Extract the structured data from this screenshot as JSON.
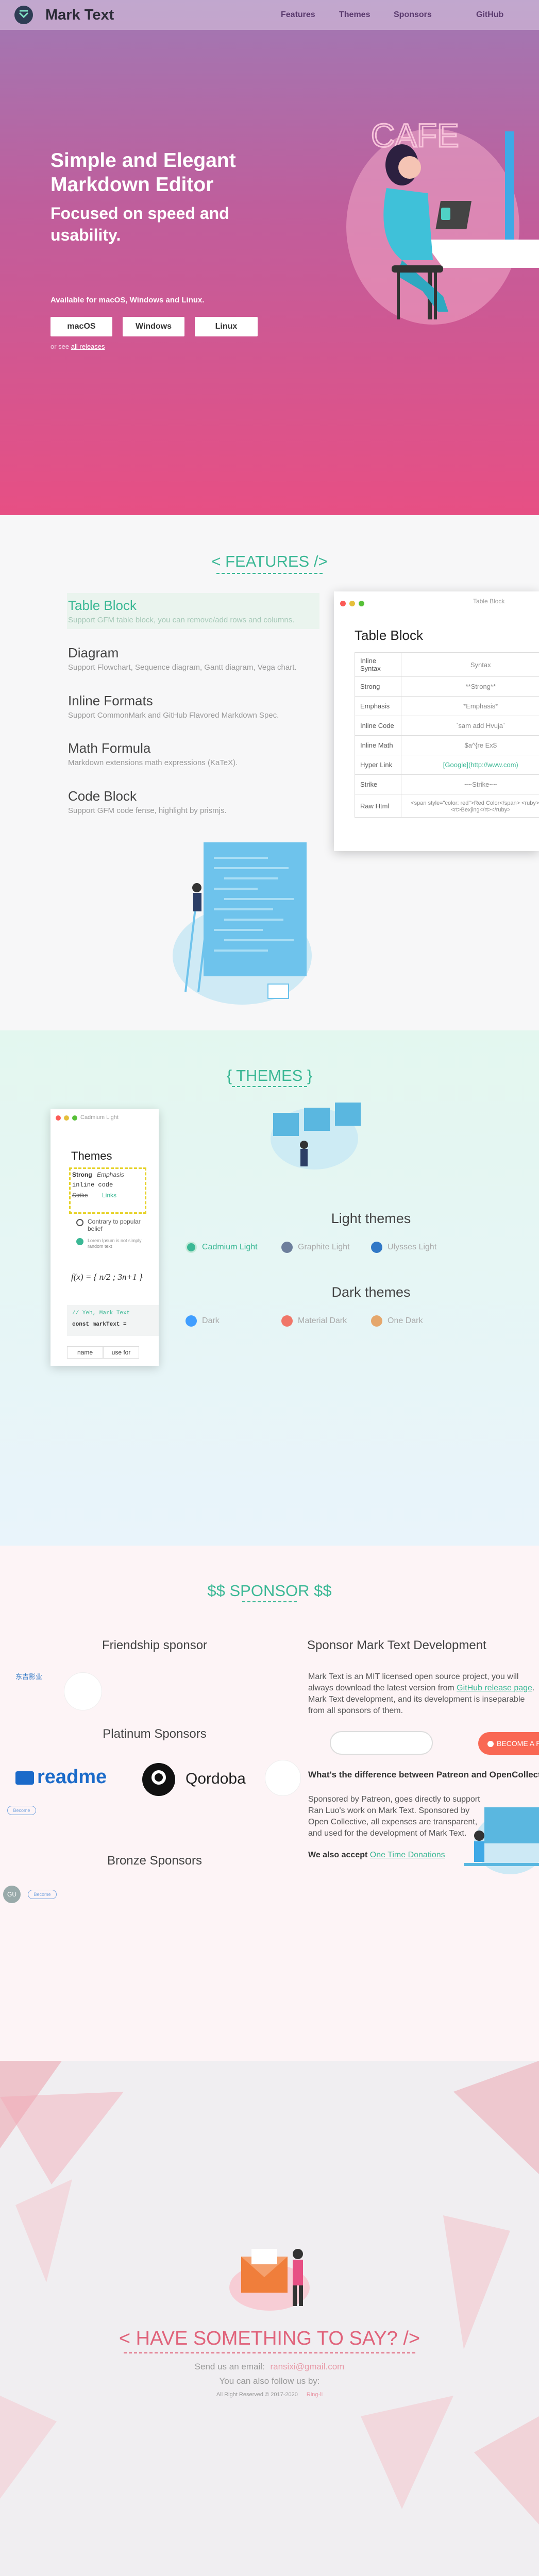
{
  "nav": {
    "brand": "Mark Text",
    "links": [
      "Features",
      "Themes",
      "Sponsors",
      "GitHub"
    ]
  },
  "hero": {
    "title": "Simple and Elegant Markdown Editor",
    "subtitle": "Focused on speed and usability.",
    "availability": "Available for macOS, Windows and Linux.",
    "buttons": [
      "macOS",
      "Windows",
      "Linux"
    ],
    "or_text": "or see",
    "or_link": "all releases",
    "illustration_text": "CAFE"
  },
  "features": {
    "title": "< FEATURES />",
    "items": [
      {
        "name": "Table Block",
        "desc": "Support GFM table block, you can remove/add rows and columns."
      },
      {
        "name": "Diagram",
        "desc": "Support Flowchart, Sequence diagram, Gantt diagram, Vega chart."
      },
      {
        "name": "Inline Formats",
        "desc": "Support CommonMark and GitHub Flavored Markdown Spec."
      },
      {
        "name": "Math Formula",
        "desc": "Markdown extensions math expressions (KaTeX)."
      },
      {
        "name": "Code Block",
        "desc": "Support GFM code fense, highlight by prismjs."
      }
    ],
    "window": {
      "title": "Table Block",
      "heading": "Table Block",
      "rows": [
        [
          "Inline Syntax",
          "Syntax"
        ],
        [
          "Strong",
          "**Strong**"
        ],
        [
          "Emphasis",
          "*Emphasis*"
        ],
        [
          "Inline Code",
          "`sam add Hvuja`"
        ],
        [
          "Inline Math",
          "$a^{re Ex$"
        ],
        [
          "Hyper Link",
          "[Google](http://www.com)"
        ],
        [
          "Strike",
          "~~Strike~~"
        ],
        [
          "Raw Html",
          "<span style=\"color: red\">Red Color</span> <ruby>晚娘<rt>Bexjing</rt></ruby>"
        ]
      ]
    }
  },
  "themes": {
    "title": "{ THEMES }",
    "window_title": "Cadmium Light",
    "window_heading": "Themes",
    "window_lines": [
      "Strong",
      "Emphasis",
      "inline code",
      "Strike",
      "Links",
      "Contrary to popular belief",
      "Lorem Ipsum is not simply random text"
    ],
    "window_code_comment": "// Yeh, Mark Text",
    "window_code": "const markText =",
    "window_table_cells": [
      "name",
      "use for"
    ],
    "light_heading": "Light themes",
    "light": [
      {
        "name": "Cadmium Light",
        "color": "#3bb895"
      },
      {
        "name": "Graphite Light",
        "color": "#6d7f9c"
      },
      {
        "name": "Ulysses Light",
        "color": "#3178c6"
      }
    ],
    "dark_heading": "Dark themes",
    "dark": [
      {
        "name": "Dark",
        "color": "#409eff"
      },
      {
        "name": "Material Dark",
        "color": "#f07668"
      },
      {
        "name": "One Dark",
        "color": "#e5a76c"
      }
    ]
  },
  "sponsor": {
    "title": "$$ SPONSOR $$",
    "friendship": "Friendship sponsor",
    "friendship_alt": "东吉影业",
    "platinum": "Platinum Sponsors",
    "readme": "readme",
    "qordoba": "Qordoba",
    "small_badge": "Become",
    "bronze": "Bronze Sponsors",
    "bronze_avatar": "GU",
    "right_title": "Sponsor Mark Text Development",
    "right_p1_a": "Mark Text is an MIT licensed open source project, you will always download the latest version from",
    "right_p1_link": "GitHub release page",
    "right_p1_b": ". Mark Text development, and its development is inseparable from all sponsors of them.",
    "become_patron": "BECOME A PATRON",
    "question": "What's the difference between Patreon and OpenCollective?",
    "right_p2": "Sponsored by Patreon, goes directly to support Ran Luo's work on Mark Text. Sponsored by Open Collective, all expenses are transparent, and used for the development of Mark Text.",
    "onetime_a": "We also accept",
    "onetime_link": "One Time Donations"
  },
  "contact": {
    "title": "< HAVE SOMETHING TO SAY? />",
    "email_label": "Send us an email:",
    "email": "ransixi@gmail.com",
    "follow": "You can also follow us by:",
    "copyright": "All Right Reserved © 2017-2020",
    "ring": "Ring-li"
  }
}
